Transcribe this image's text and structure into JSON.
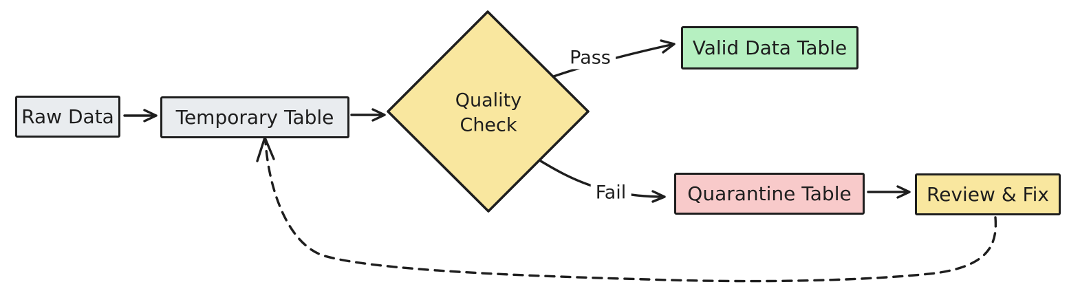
{
  "canvas": {
    "background": "#ffffff",
    "stroke_color": "#1e1e1e"
  },
  "nodes": {
    "raw_data": {
      "label": "Raw Data",
      "shape": "rectangle",
      "fill": "#e9ecef"
    },
    "temporary_table": {
      "label": "Temporary Table",
      "shape": "rectangle",
      "fill": "#e9ecef"
    },
    "quality_check": {
      "label": "Quality Check",
      "shape": "diamond",
      "fill": "#f9e79f"
    },
    "valid_data_table": {
      "label": "Valid Data Table",
      "shape": "rectangle",
      "fill": "#b6f0c1"
    },
    "quarantine_table": {
      "label": "Quarantine Table",
      "shape": "rectangle",
      "fill": "#f8caca"
    },
    "review_fix": {
      "label": "Review & Fix",
      "shape": "rectangle",
      "fill": "#f9e79f"
    }
  },
  "edge_labels": {
    "pass": "Pass",
    "fail": "Fail"
  },
  "edges": [
    {
      "from": "raw_data",
      "to": "temporary_table",
      "style": "solid",
      "label": ""
    },
    {
      "from": "temporary_table",
      "to": "quality_check",
      "style": "solid",
      "label": ""
    },
    {
      "from": "quality_check",
      "to": "valid_data_table",
      "style": "solid",
      "label": "Pass"
    },
    {
      "from": "quality_check",
      "to": "quarantine_table",
      "style": "solid",
      "label": "Fail"
    },
    {
      "from": "quarantine_table",
      "to": "review_fix",
      "style": "solid",
      "label": ""
    },
    {
      "from": "review_fix",
      "to": "temporary_table",
      "style": "dashed",
      "label": ""
    }
  ]
}
